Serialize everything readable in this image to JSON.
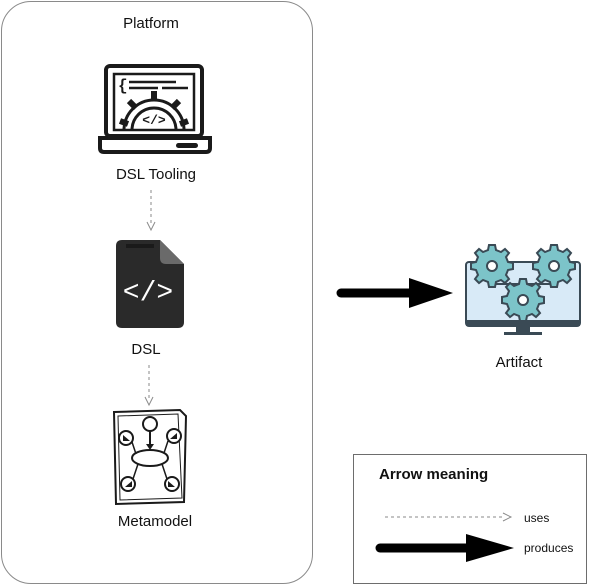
{
  "platform": {
    "title": "Platform"
  },
  "nodes": {
    "dsl_tooling": {
      "label": "DSL Tooling",
      "icon": "laptop-code-gear-icon"
    },
    "dsl": {
      "label": "DSL",
      "icon": "code-file-icon"
    },
    "metamodel": {
      "label": "Metamodel",
      "icon": "metamodel-diagram-icon"
    },
    "artifact": {
      "label": "Artifact",
      "icon": "monitor-gears-icon"
    }
  },
  "legend": {
    "title": "Arrow meaning",
    "uses_label": "uses",
    "produces_label": "produces"
  },
  "colors": {
    "border": "#8a8a8a",
    "gear_fill": "#7cc4c9",
    "monitor_fill": "#d8eaf7",
    "dark": "#1a1a1a"
  }
}
